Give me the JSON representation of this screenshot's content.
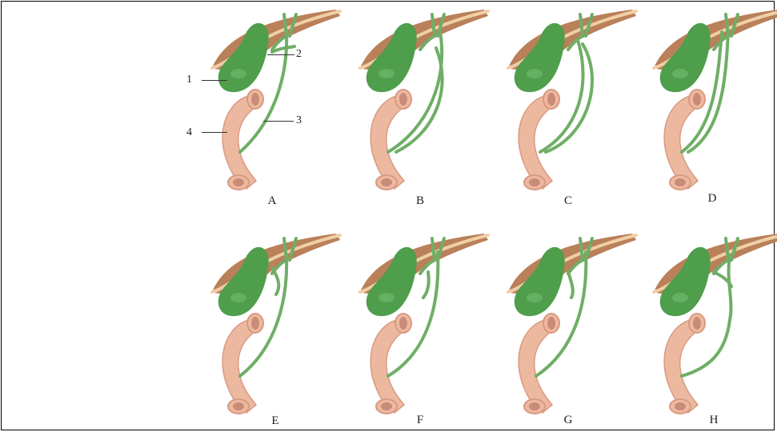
{
  "figure": {
    "panels": [
      {
        "id": "A",
        "label": "A"
      },
      {
        "id": "B",
        "label": "B"
      },
      {
        "id": "C",
        "label": "C"
      },
      {
        "id": "D",
        "label": "D"
      },
      {
        "id": "E",
        "label": "E"
      },
      {
        "id": "F",
        "label": "F"
      },
      {
        "id": "G",
        "label": "G"
      },
      {
        "id": "H",
        "label": "H"
      }
    ],
    "part_labels": {
      "gallbladder": "1",
      "hepatic_duct": "2",
      "accessory_duct": "3",
      "duodenum": "4"
    },
    "colors": {
      "liver": "#b9805a",
      "liver_edge": "#f1cfa6",
      "gallbladder": "#4e9e4c",
      "duct": "#6fae66",
      "duodenum": "#edb8a0",
      "duodenum_shade": "#d99a82",
      "lumen": "#c98b78"
    }
  }
}
